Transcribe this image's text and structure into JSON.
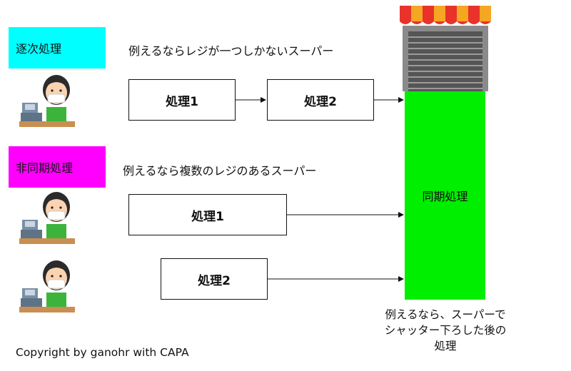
{
  "sequential": {
    "label": "逐次処理",
    "caption": "例えるならレジが一つしかないスーパー",
    "box1": "処理1",
    "box2": "処理2",
    "label_color": "#00ffff"
  },
  "async": {
    "label": "非同期処理",
    "caption": "例えるなら複数のレジのあるスーパー",
    "box1": "処理1",
    "box2": "処理2",
    "label_color": "#ff00ff"
  },
  "sync": {
    "label": "同期処理",
    "color": "#00ee00",
    "caption_lines": [
      "例えるなら、スーパーで",
      "シャッター下ろした後の",
      "処理"
    ]
  },
  "icons": [
    "cashier-icon",
    "store-shutter-icon",
    "arrow-icon"
  ],
  "copyright": "Copyright by ganohr with CAPA"
}
